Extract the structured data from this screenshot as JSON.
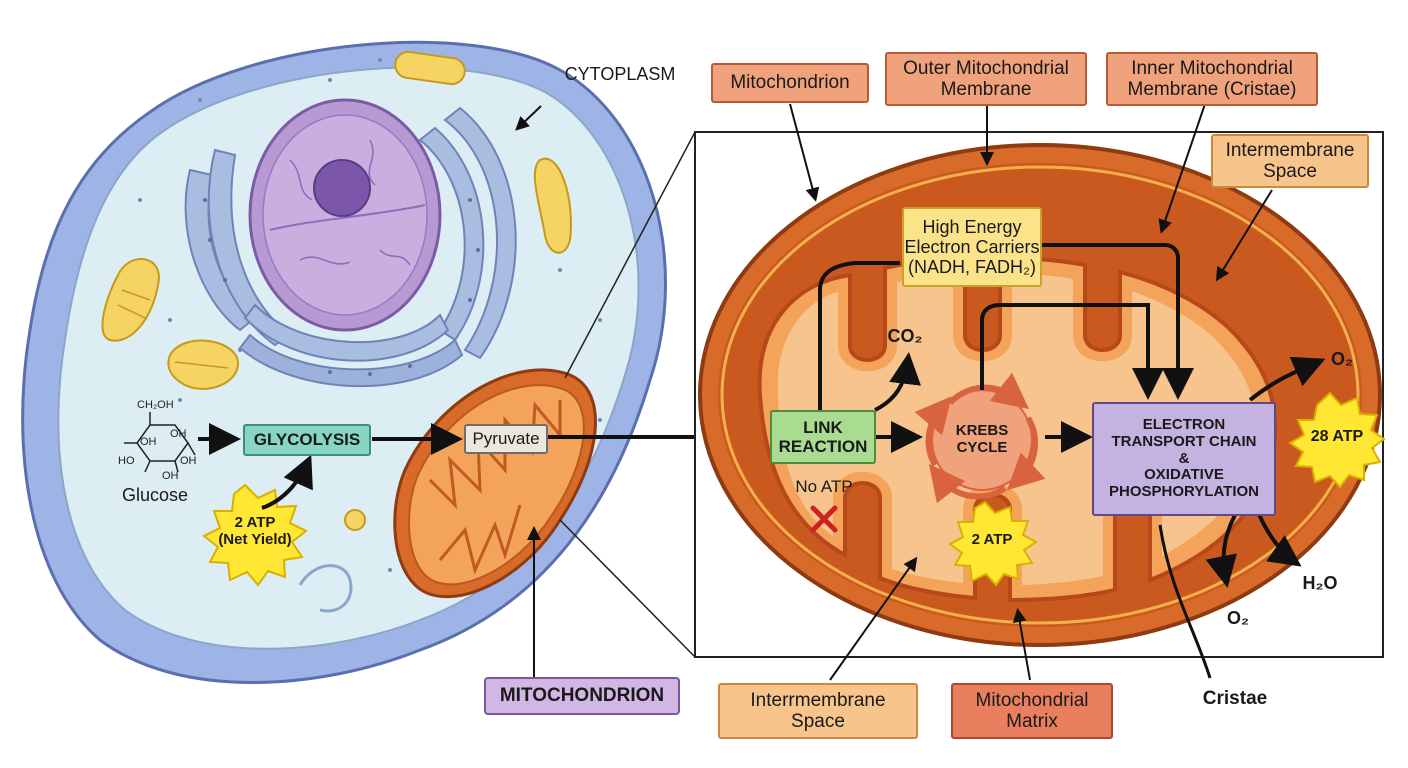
{
  "colors": {
    "cell_fill": "#c7d8ee",
    "cytoplasm_fill": "#dcedf3",
    "nucleus_fill": "#b79ad3",
    "er_fill": "#a9bde0",
    "mito_outer": "#d86a2a",
    "mito_inner": "#f4a35a",
    "matrix": "#f8c48e",
    "atp_burst": "#ffe733",
    "arrow": "#111111"
  },
  "labels": {
    "cytoplasm": "CYTOPLASM",
    "mitochondrion_cell": "MITOCHONDRION",
    "glucose": "Glucose",
    "glycolysis": "GLYCOLYSIS",
    "pyruvate": "Pyruvate",
    "atp_glycolysis": "2 ATP\n(Net Yield)",
    "mitochondrion_top": "Mitochondrion",
    "outer_membrane": "Outer Mitochondrial\nMembrane",
    "inner_membrane": "Inner Mitochondrial\nMembrane (Cristae)",
    "intermembrane_top": "Intermembrane\nSpace",
    "carriers": "High Energy\nElectron Carriers\n(NADH, FADH₂)",
    "co2": "CO₂",
    "link_reaction": "LINK\nREACTION",
    "krebs": "KREBS\nCYCLE",
    "etc": "ELECTRON\nTRANSPORT CHAIN\n&\nOXIDATIVE\nPHOSPHORYLATION",
    "o2_top": "O₂",
    "atp_28": "28 ATP",
    "no_atp": "No ATP",
    "atp_krebs": "2 ATP",
    "o2_bottom": "O₂",
    "h2o": "H₂O",
    "intermembrane_bottom": "Interrmembrane\nSpace",
    "matrix": "Mitochondrial\nMatrix",
    "cristae": "Cristae"
  },
  "glucose_structure": {
    "ch2oh": "CH₂OH",
    "oh_1": "OH",
    "oh_2": "OH",
    "ho_1": "HO",
    "oh_3": "OH",
    "oh_4": "OH"
  }
}
